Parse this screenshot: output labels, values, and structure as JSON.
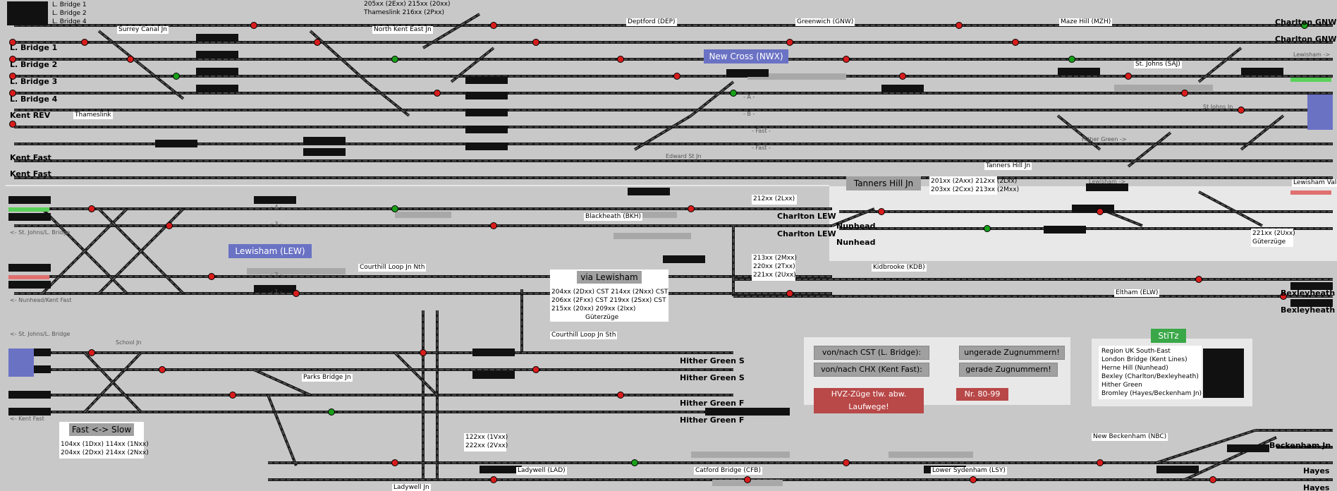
{
  "top_left_labels": [
    "L. Bridge 1",
    "L. Bridge 2",
    "L. Bridge 4"
  ],
  "left_endpoints": [
    "L. Bridge 1",
    "L. Bridge 2",
    "L. Bridge 3",
    "L. Bridge 4",
    "Kent REV",
    "Kent Fast",
    "Kent Fast"
  ],
  "right_endpoints": [
    "Charlton GNW",
    "Charlton GNW",
    "Charlton LEW",
    "Charlton LEW",
    "Nunhead",
    "Nunhead",
    "Bexleyheath",
    "Bexleyheath",
    "Hither Green S",
    "Hither Green S",
    "Hither Green F",
    "Hither Green F",
    "Beckenham Jn",
    "Hayes",
    "Hayes"
  ],
  "junctions": [
    "Surrey Canal Jn",
    "North Kent East Jn",
    "Thameslink",
    "Deptford (DEP)",
    "Greenwich (GNW)",
    "Maze Hill (MZH)",
    "St. Johns (SAJ)",
    "St Johns Jn",
    "Edward St Jn",
    "Tanners Hill Jn",
    "Lewisham Vale Jn",
    "Blackheath (BKH)",
    "Courthill Loop Jn Nth",
    "Courthill Loop Jn Sth",
    "Kidbrooke (KDB)",
    "Eltham (ELW)",
    "School Jn",
    "Parks Bridge Jn",
    "Ladywell (LAD)",
    "Ladywell Jn",
    "Catford Bridge (CFB)",
    "Lower Sydenham (LSY)",
    "New Beckenham (NBC)"
  ],
  "direction_hints": [
    "<- St. Johns/L. Bridge",
    "<- Nunhead/Kent Fast",
    "<- St. Johns/L. Bridge",
    "<- Kent Fast",
    "Lewisham ->",
    "Hither Green ->",
    "Lewisham ->"
  ],
  "line_marks": [
    "- 4 -",
    "- 3 -",
    "- 2 -",
    "- 1 -",
    "- A -",
    "- B -",
    "- Fast -",
    "- Fast -"
  ],
  "top_notes": {
    "line1": "205xx (2Exx)  215xx (20xx)",
    "line2": "Thameslink      216xx (2Pxx)"
  },
  "station_boxes": {
    "new_cross": "New Cross (NWX)",
    "lewisham": "Lewisham (LEW)",
    "tanners_hill": "Tanners Hill Jn"
  },
  "tanners_notes": {
    "line1": "201xx (2Axx)  212xx (2Lxx)",
    "line2": "203xx (2Cxx)  213xx (2Mxx)"
  },
  "charlton_notes": {
    "line1": "212xx (2Lxx)"
  },
  "lewisham_vale_notes": {
    "line1": "221xx (2Uxx)",
    "line2": "Güterzüge"
  },
  "kidbrooke_notes": {
    "line1": "213xx (2Mxx)",
    "line2": "220xx (2Txx)",
    "line3": "221xx (2Uxx)"
  },
  "via_lewisham": {
    "title": "via Lewisham",
    "rows": [
      "204xx (2Dxx) CST   214xx (2Nxx) CST",
      "206xx (2Fxx) CST   219xx (2Sxx) CST",
      "215xx (20xx)          209xx (2Ixx)"
    ],
    "footer": "Güterzüge"
  },
  "fast_slow": {
    "title": "Fast <-> Slow",
    "line1": "104xx (1Dxx)  114xx (1Nxx)",
    "line2": "204xx (2Dxx)  214xx (2Nxx)"
  },
  "ladywell_notes": {
    "line1": "122xx (1Vxx)",
    "line2": "222xx (2Vxx)"
  },
  "legend": {
    "cst_label": "von/nach CST (L. Bridge):",
    "cst_value": "ungerade Zugnummern!",
    "chx_label": "von/nach CHX (Kent Fast):",
    "chx_value": "gerade Zugnummern!",
    "hvz_label": "HVZ-Züge tlw. abw. Laufwege!",
    "hvz_value": "Nr. 80-99"
  },
  "stitz": {
    "title": "StiTz",
    "items": [
      "Region UK South-East",
      "London Bridge (Kent Lines)",
      "Herne Hill (Nunhead)",
      "Bexley (Charlton/Bexleyheath)",
      "Hither Green",
      "Bromley (Hayes/Beckenham Jn)"
    ]
  },
  "colors": {
    "background": "#c8c8c8",
    "track": "#1a1a1a",
    "signal_red": "#d81c1c",
    "signal_green": "#19a019",
    "platform": "#a8a8a8",
    "blue_box": "#6a72c4",
    "green_box": "#3aa848"
  }
}
